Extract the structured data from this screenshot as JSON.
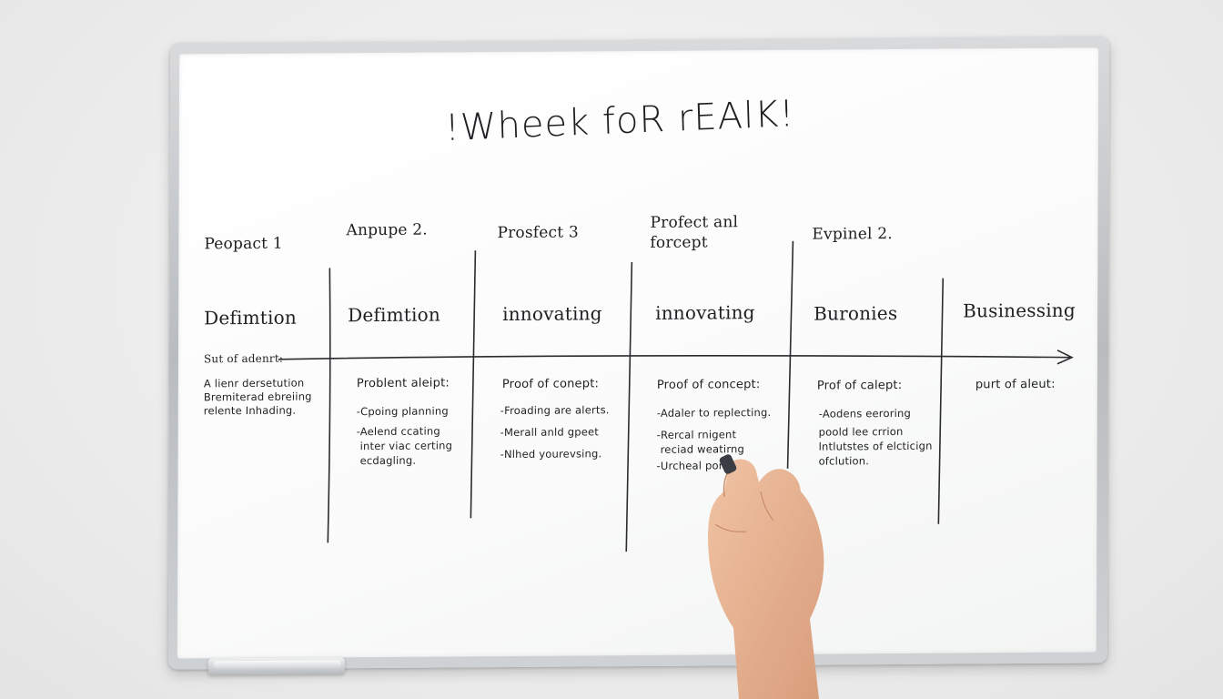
{
  "board": {
    "title": "!Wheek foR rEAlK!",
    "headers": [
      "Peopact 1",
      "Anpupe 2.",
      "Prosfect 3",
      "Profect anl\nforcept",
      "Evpinel 2."
    ],
    "row_labels": [
      "Defimtion",
      "Defimtion",
      "innovating",
      "innovating",
      "Buronies",
      "Businessing"
    ],
    "axis_label": "Sut of adenrt:",
    "columns": [
      {
        "subheading": "",
        "notes": [
          "A lienr dersetution",
          "Bremiterad ebreiing",
          "relente Inhading."
        ]
      },
      {
        "subheading": "Problent aleipt:",
        "notes": [
          "-Cpoing planning",
          "-Aelend ccating",
          "inter viac certing",
          "ecdagling."
        ]
      },
      {
        "subheading": "Proof of conept:",
        "notes": [
          "-Froading are alerts.",
          "-Merall anld gpeet",
          "-Nlhed yourevsing."
        ]
      },
      {
        "subheading": "Proof of concept:",
        "notes": [
          "-Adaler to replecting.",
          "-Rercal rnigent",
          "reciad weatirng",
          "-Urcheal pom"
        ]
      },
      {
        "subheading": "Prof of calept:",
        "notes": [
          "-Aodens eeroring",
          "poold lee crrion",
          "lntlutstes of elcticign",
          "ofclution."
        ]
      },
      {
        "subheading": "purt of aleut:",
        "notes": []
      }
    ]
  },
  "colors": {
    "wall": "#ececec",
    "board": "#fbfbfb",
    "frame": "#b9bcbf",
    "ink": "#1d1f22",
    "skin": "#e5b08f"
  },
  "icons": [
    "screw-icon",
    "marker-icon",
    "arrow-head-icon",
    "hand-icon"
  ]
}
